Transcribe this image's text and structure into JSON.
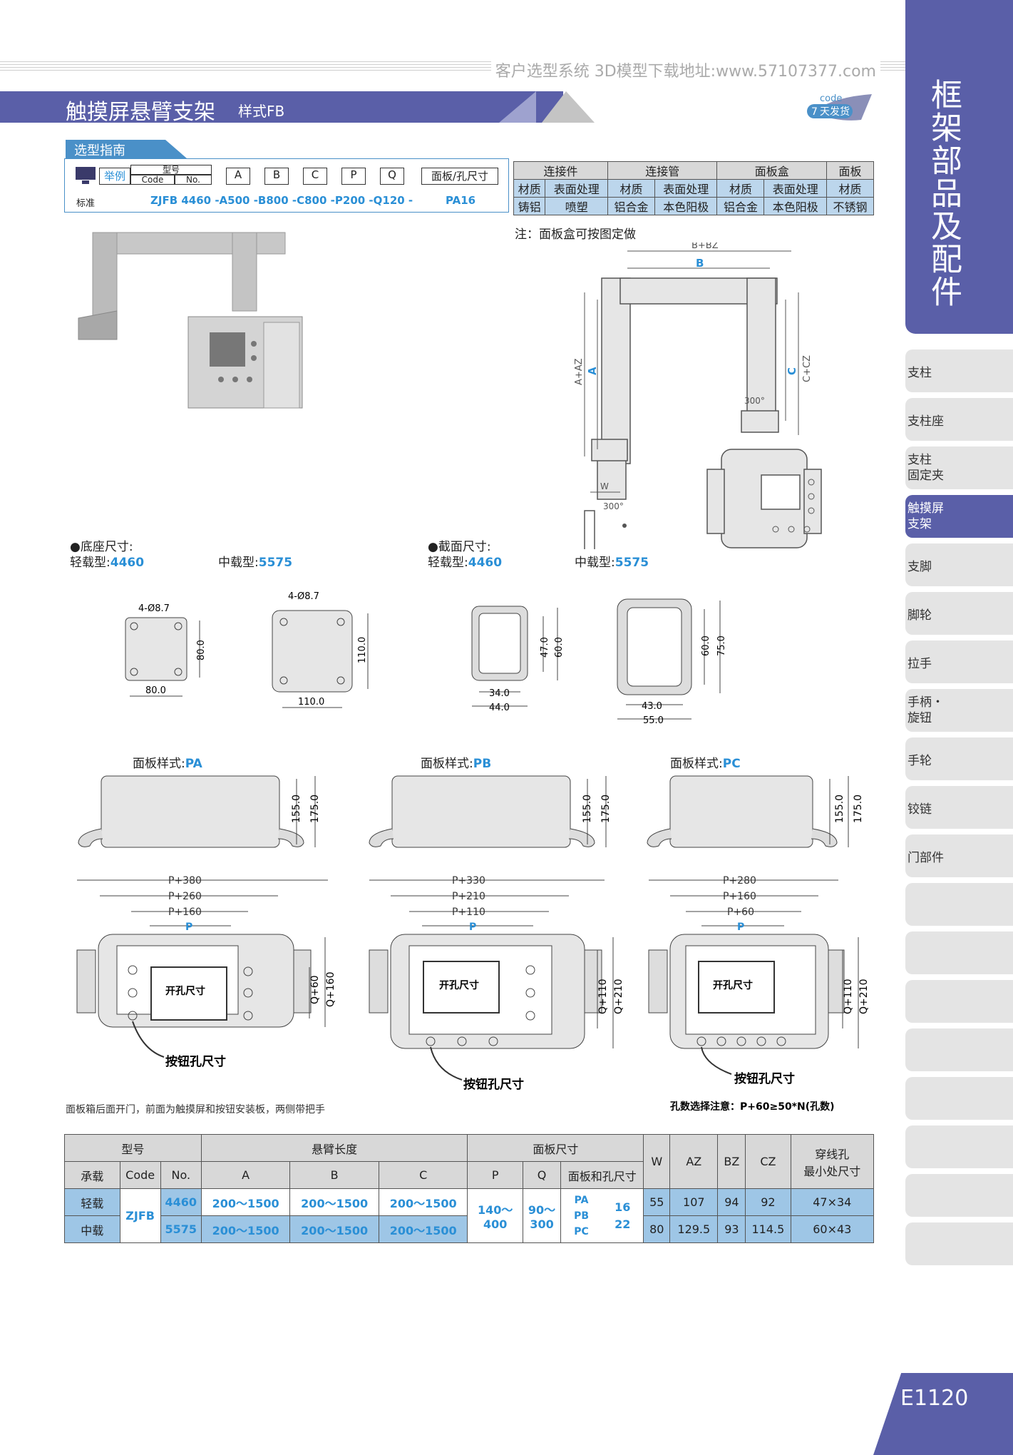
{
  "header": {
    "url_line": "客户选型系统 3D模型下载地址:www.57107377.com",
    "title": "触摸屏悬臂支架",
    "subtitle": "样式FB",
    "code_label": "code",
    "delivery_days": "7",
    "delivery_text": "天发货"
  },
  "sidebar": {
    "category": "框架部品及配件",
    "items": [
      {
        "label": "支柱"
      },
      {
        "label": "支柱座"
      },
      {
        "label": "支柱\n固定夹"
      },
      {
        "label": "触摸屏\n支架"
      },
      {
        "label": "支脚"
      },
      {
        "label": "脚轮"
      },
      {
        "label": "拉手"
      },
      {
        "label": "手柄・\n旋钮"
      },
      {
        "label": "手轮"
      },
      {
        "label": "铰链"
      },
      {
        "label": "门部件"
      }
    ],
    "page_number": "E1120"
  },
  "guide": {
    "heading": "选型指南",
    "example_label": "举例",
    "standard_label": "标准",
    "type_label": "型号",
    "code_label": "Code",
    "no_label": "No.",
    "fields": [
      "A",
      "B",
      "C",
      "P",
      "Q",
      "面板/孔尺寸"
    ],
    "example_code": "ZJFB  4460 -A500 -B800 -C800 -P200 -Q120 -",
    "example_panel": "PA16"
  },
  "material_table": {
    "groups": [
      "连接件",
      "连接管",
      "面板盒",
      "面板"
    ],
    "headers": [
      "材质",
      "表面处理",
      "材质",
      "表面处理",
      "材质",
      "表面处理",
      "材质"
    ],
    "values": [
      "铸铝",
      "喷塑",
      "铝合金",
      "本色阳极",
      "铝合金",
      "本色阳极",
      "不锈钢"
    ],
    "note": "注：面板盒可按图定做"
  },
  "main_drawing": {
    "labels": [
      "B+BZ",
      "B",
      "A+AZ",
      "A",
      "C",
      "C+CZ",
      "300°",
      "W",
      "300°"
    ]
  },
  "base_section": {
    "title": "●底座尺寸:",
    "light_label": "轻载型:",
    "light_code": "4460",
    "medium_label": "中载型:",
    "medium_code": "5575",
    "small": {
      "holes": "4-Ø8.7",
      "h": "80.0",
      "w": "80.0"
    },
    "large": {
      "holes": "4-Ø8.7",
      "h": "110.0",
      "w": "110.0"
    }
  },
  "cross_section": {
    "title": "●截面尺寸:",
    "light_label": "轻载型:",
    "light_code": "4460",
    "medium_label": "中载型:",
    "medium_code": "5575",
    "small": {
      "h_in": "47.0",
      "h_out": "60.0",
      "w_in": "34.0",
      "w_out": "44.0"
    },
    "large": {
      "h_in": "60.0",
      "h_out": "75.0",
      "w_in": "43.0",
      "w_out": "55.0"
    }
  },
  "panel_styles": [
    {
      "label": "面板样式:",
      "code": "PA",
      "h1": "155.0",
      "h2": "175.0",
      "w1": "P+380",
      "w2": "P+260",
      "w3": "P+160",
      "p": "P",
      "q1": "Q+60",
      "q2": "Q+160",
      "cut": "开孔尺寸",
      "btn": "按钮孔尺寸"
    },
    {
      "label": "面板样式:",
      "code": "PB",
      "h1": "155.0",
      "h2": "175.0",
      "w1": "P+330",
      "w2": "P+210",
      "w3": "P+110",
      "p": "P",
      "q1": "Q+110",
      "q2": "Q+210",
      "cut": "开孔尺寸",
      "btn": "按钮孔尺寸"
    },
    {
      "label": "面板样式:",
      "code": "PC",
      "h1": "155.0",
      "h2": "175.0",
      "w1": "P+280",
      "w2": "P+160",
      "w3": "P+60",
      "p": "P",
      "q1": "Q+110",
      "q2": "Q+210",
      "cut": "开孔尺寸",
      "btn": "按钮孔尺寸"
    }
  ],
  "panel_note": "面板箱后面开门，前面为触摸屏和按钮安装板，两侧带把手",
  "hole_note": "孔数选择注意：P+60≥50*N(孔数)",
  "spec_table": {
    "h_type": "型号",
    "h_arm": "悬臂长度",
    "h_panel": "面板尺寸",
    "h_w": "W",
    "h_az": "AZ",
    "h_bz": "BZ",
    "h_cz": "CZ",
    "h_hole": "穿线孔\n最小处尺寸",
    "sub": [
      "承载",
      "Code",
      "No.",
      "A",
      "B",
      "C",
      "P",
      "Q",
      "面板和孔尺寸"
    ],
    "code": "ZJFB",
    "p_range": "140～\n400",
    "q_range": "90～\n300",
    "panel_codes": "PA\nPB\nPC",
    "hole_sizes": "16\n22",
    "rows": [
      {
        "load": "轻载",
        "no": "4460",
        "a": "200～1500",
        "b": "200～1500",
        "c": "200～1500",
        "w": "55",
        "az": "107",
        "bz": "94",
        "cz": "92",
        "hole": "47×34"
      },
      {
        "load": "中载",
        "no": "5575",
        "a": "200～1500",
        "b": "200～1500",
        "c": "200～1500",
        "w": "80",
        "az": "129.5",
        "bz": "93",
        "cz": "114.5",
        "hole": "60×43"
      }
    ]
  }
}
